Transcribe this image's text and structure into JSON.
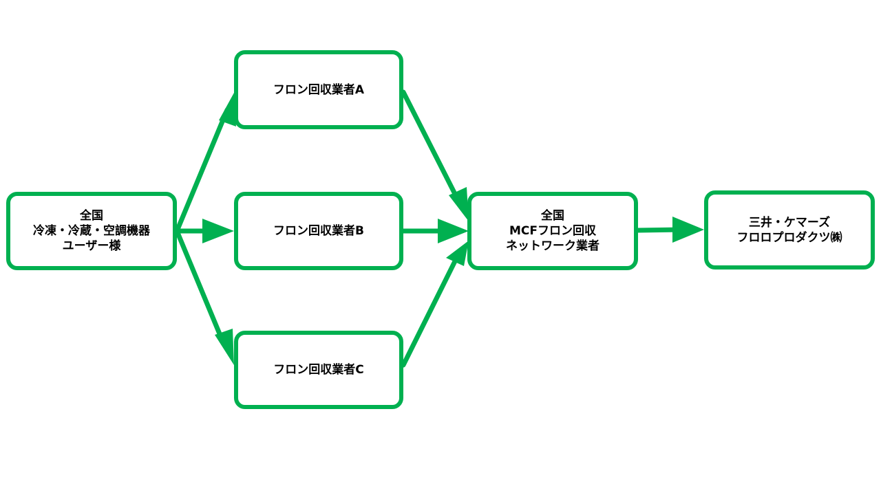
{
  "diagram": {
    "accent_color": "#00b050",
    "nodes": {
      "users": {
        "lines": [
          "全国",
          "冷凍・冷蔵・空調機器",
          "ユーザー様"
        ]
      },
      "a": {
        "lines": [
          "フロン回収業者A"
        ]
      },
      "b": {
        "lines": [
          "フロン回収業者B"
        ]
      },
      "c": {
        "lines": [
          "フロン回収業者C"
        ]
      },
      "network": {
        "lines": [
          "全国",
          "MCFフロン回収",
          "ネットワーク業者"
        ]
      },
      "mitsui": {
        "lines": [
          "三井・ケマーズ",
          "フロロプロダクツ㈱"
        ]
      }
    },
    "edges": [
      {
        "from": "users",
        "to": "a"
      },
      {
        "from": "users",
        "to": "b"
      },
      {
        "from": "users",
        "to": "c"
      },
      {
        "from": "a",
        "to": "network"
      },
      {
        "from": "b",
        "to": "network"
      },
      {
        "from": "c",
        "to": "network"
      },
      {
        "from": "network",
        "to": "mitsui"
      }
    ]
  }
}
